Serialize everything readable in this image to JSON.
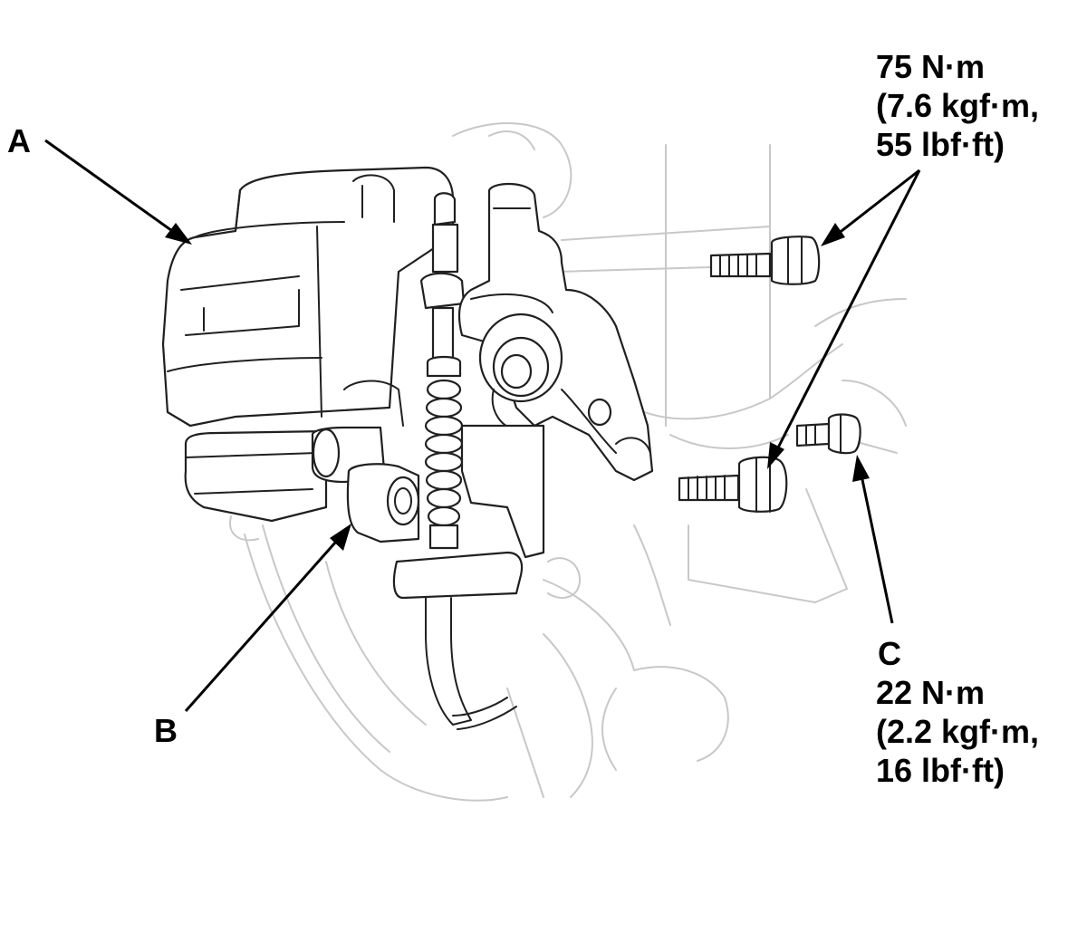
{
  "diagram": {
    "callouts": {
      "a": {
        "letter": "A"
      },
      "b": {
        "letter": "B"
      },
      "c": {
        "letter": "C"
      }
    },
    "torque_upper": {
      "line1": "75 N·m",
      "line2": "(7.6 kgf·m,",
      "line3": "55 lbf·ft)"
    },
    "torque_lower": {
      "line1": "22 N·m",
      "line2": "(2.2 kgf·m,",
      "line3": "16 lbf·ft)"
    }
  },
  "colors": {
    "ink": "#000000",
    "faded_background_lines": "#c8c8c8",
    "background": "#ffffff"
  }
}
